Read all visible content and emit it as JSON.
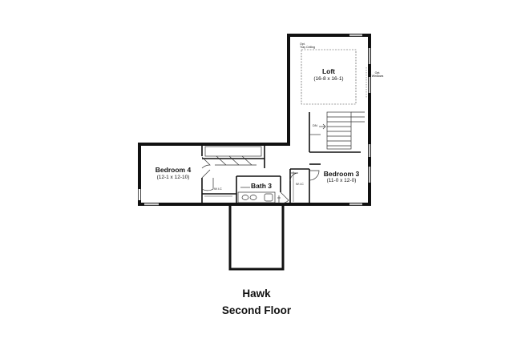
{
  "title": {
    "name": "Hawk",
    "level": "Second Floor"
  },
  "rooms": {
    "loft": {
      "name": "Loft",
      "dims": "(16-8 x 16-1)",
      "ceiling_note": [
        "Opt.",
        "Tray Ceiling"
      ],
      "window_note": [
        "Opt.",
        "Windows"
      ]
    },
    "bedroom4": {
      "name": "Bedroom 4",
      "dims": "(12-1 x 12-10)",
      "closet": "W.I.C"
    },
    "bath3": {
      "name": "Bath 3"
    },
    "bedroom3": {
      "name": "Bedroom 3",
      "dims": "(11-0 x 12-0)",
      "closet": "W.I.C"
    }
  },
  "stairs": {
    "label": "DN"
  },
  "colors": {
    "wall": "#111111",
    "line": "#333333",
    "background": "#ffffff"
  }
}
